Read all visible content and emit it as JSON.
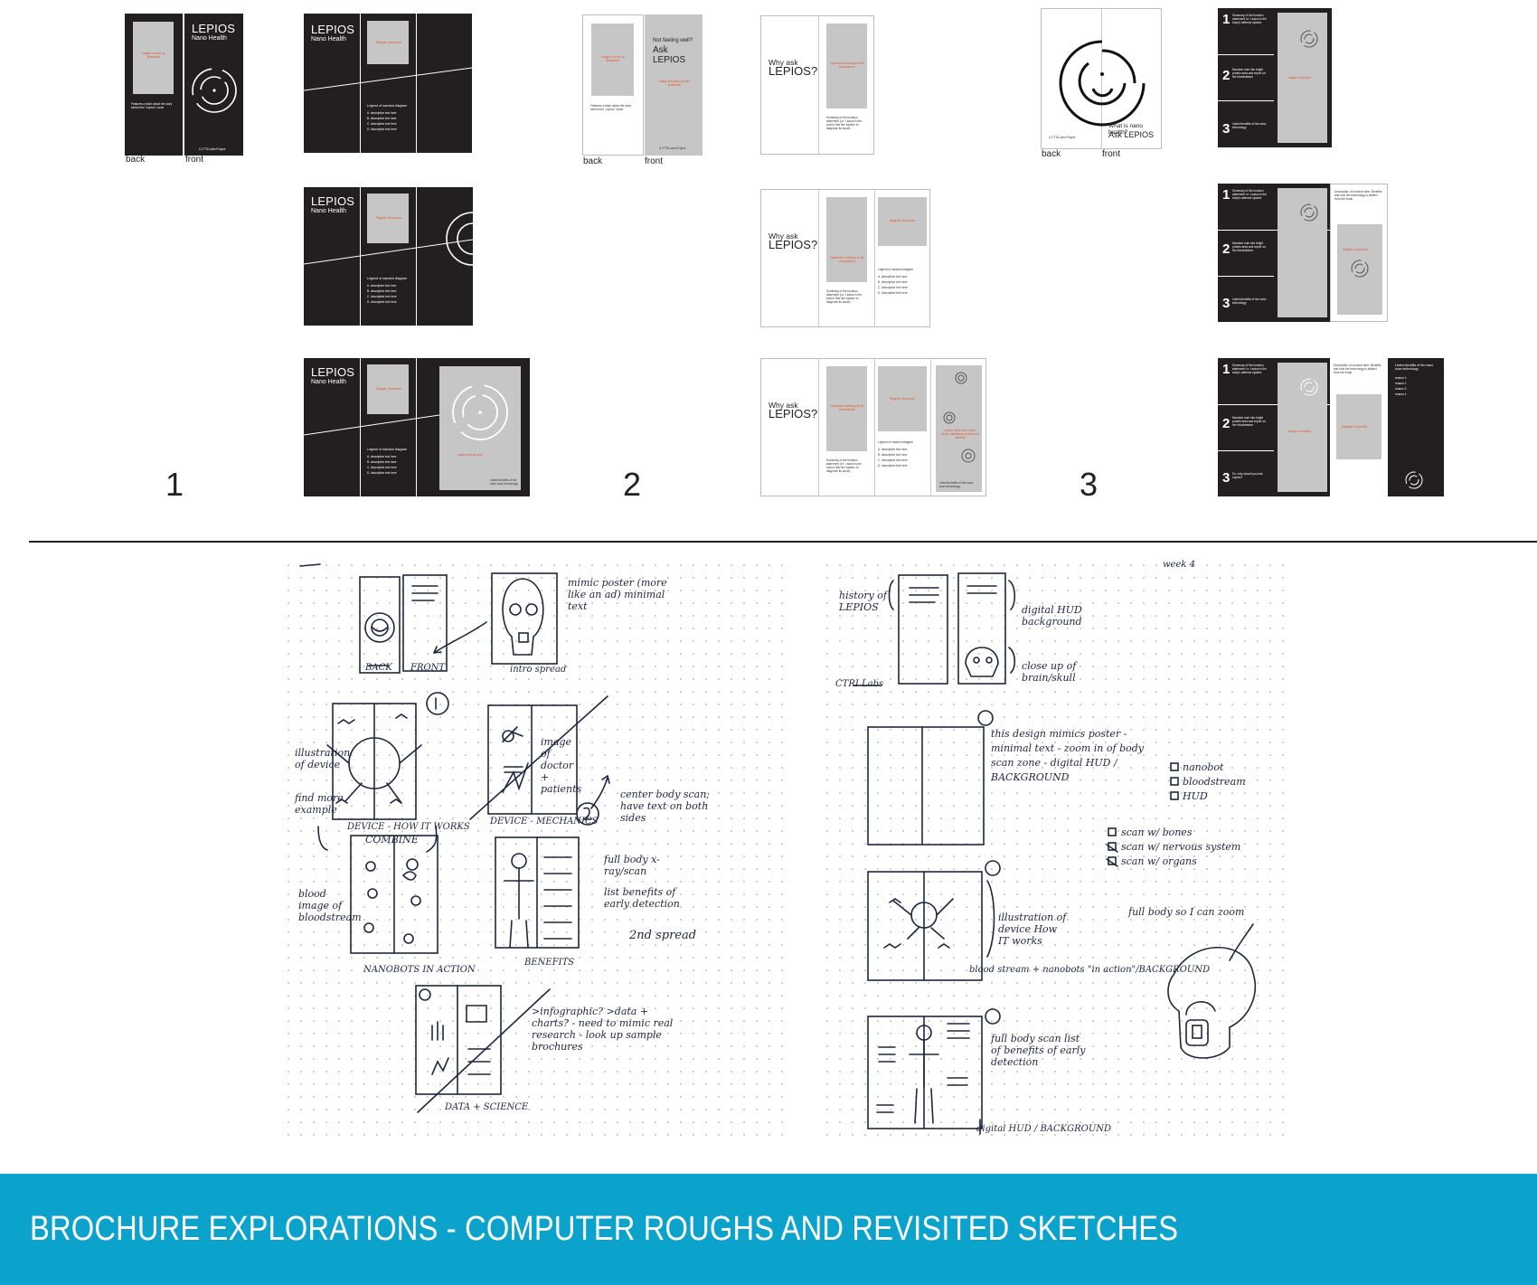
{
  "brochure": {
    "brand": "LEPIOS",
    "subbrand": "Nano Health",
    "cover_image": "Image of close-up illustration",
    "cover_blurb": "Features a blurb about the story behind the \"Lepios\" name",
    "credit": "A CTTA Labs Project",
    "diagram_placeholder": "Diagram of nanobot",
    "legend_heading": "Legend of nanobot diagram",
    "legend_items": [
      "A. descriptive text here",
      "B. descriptive text here",
      "C. descriptive text here",
      "D. descriptive text here"
    ],
    "image_body_scan": "Image of body scan",
    "body_scan_note": "Listed benefits of the nano scan technology",
    "label_back": "back",
    "label_front": "front",
    "not_feeling_well": "Not feeling well?",
    "ask_lepios": "Ask LEPIOS",
    "why_ask": "Why ask",
    "why_lepios": "LEPIOS?",
    "bot_placeholder": "Image of nanobot",
    "illustration_placeholder": "Image of healthy people illustration",
    "summary_text": "Summary of the function statement (i.e. Lepios is the body's first line system to diagnose its issue)",
    "nanobots_placeholder": "Nanobots rendering of the bloodstream",
    "nano_description": "Lepios nano bots screen blood, identifying viruses and bacteria",
    "what_is_nano": "What is nano health?",
    "ask_lepios_3": "Ask LEPIOS",
    "steps": [
      {
        "n": "1",
        "text": "Summary of the function statement i.e. Lepios is the body's defense system"
      },
      {
        "n": "2",
        "text": "Nanobot rush into bright protein area and report on the bloodstream"
      },
      {
        "n": "3",
        "text": "Listed benefits of the nano technology"
      }
    ],
    "step3_alt": "So, why should you ask Lepios?",
    "reasons_heading": "Listed benefits of the nano scan technology",
    "reasons": [
      "reason 1",
      "reason 2",
      "reason 3",
      "reason 4"
    ],
    "description_text": "Description of nanobot here. Benefits and how the technology is distinct from the rivals",
    "image_of_nanobot": "Image of nanobot"
  },
  "concept_numbers": [
    "1",
    "2",
    "3"
  ],
  "sketch_notes_left": {
    "back": "BACK",
    "front": "FRONT",
    "intro_spread": "intro spread",
    "mimic_poster": "mimic poster (more like an ad) minimal text",
    "illustration_of_device": "illustration of device",
    "find_more_example": "find more example",
    "device_how": "DEVICE - HOW IT WORKS",
    "combine": "COMBINE",
    "device_mechanics": "DEVICE - MECHANICS",
    "image_of_doctor": "image of doctor + patients",
    "center_body": "center body scan; have text on both sides",
    "full_body": "full body x-ray/scan",
    "list_benefits": "list benefits of early detection",
    "second_spread": "2nd spread",
    "blood_image": "blood image of bloodstream",
    "nanobots_in_action": "NANOBOTS IN ACTION",
    "benefits": "BENEFITS",
    "infographic": ">infographic? >data + charts? - need to mimic real research - look up sample brochures",
    "data_science": "DATA + SCIENCE"
  },
  "sketch_notes_right": {
    "week": "week 4",
    "history": "history of LEPIOS",
    "digital_hud_bg": "digital HUD background",
    "ctri_labs": "CTRI Labs",
    "close_up": "close up of brain/skull",
    "poster_notes": "this design mimics poster - minimal text - zoom in of body scan zone - digital HUD / BACKGROUND",
    "checklist_1": [
      "nanobot",
      "bloodstream",
      "HUD"
    ],
    "checklist_2": [
      "scan w/ bones",
      "scan w/ nervous system",
      "scan w/ organs"
    ],
    "full_body_zoom": "full body so I can zoom",
    "illustration_device": "illustration of device How IT works",
    "bloodstream_action": "blood stream + nanobots \"in action\"/BACKGROUND",
    "full_body_scan": "full body scan list of benefits of early detection",
    "digital_hud": "digital HUD / BACKGROUND"
  },
  "footer_title": "BROCHURE EXPLORATIONS - COMPUTER ROUGHS AND REVISITED SKETCHES",
  "colors": {
    "dark_page": "#231f20",
    "placeholder": "#c6c6c6",
    "accent_text": "#e3572b",
    "footer": "#0ba3cb"
  }
}
